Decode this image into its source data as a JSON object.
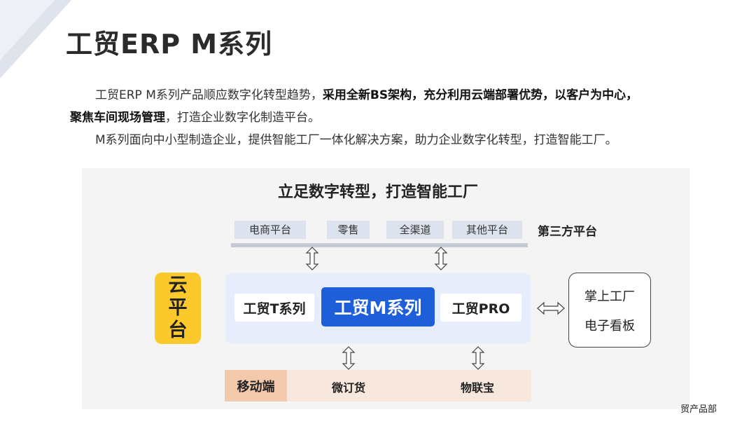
{
  "page_title": "工贸ERP M系列",
  "intro": {
    "p1_normal_1": "工贸ERP M系列产品顺应数字化转型趋势，",
    "p1_bold_1": "采用全新BS架构，充分利用云端部署优势，以客户为中心，",
    "p1_bold_2": "聚焦车间现场管理",
    "p1_normal_2": "，打造企业数字化制造平台。",
    "p2": "M系列面向中小型制造企业，提供智能工厂一体化解决方案，助力企业数字化转型，打造智能工厂。"
  },
  "diagram": {
    "headline": "立足数字转型，打造智能工厂",
    "third_party": {
      "label": "第三方平台",
      "items": [
        "电商平台",
        "零售",
        "全渠道",
        "其他平台"
      ]
    },
    "cloud_chars": [
      "云",
      "平",
      "台"
    ],
    "products": {
      "left": "工贸T系列",
      "main": "工贸M系列",
      "right": "工贸PRO"
    },
    "right_box": [
      "掌上工厂",
      "电子看板"
    ],
    "mobile": {
      "label": "移动端",
      "items": [
        "微订货",
        "物联宝"
      ]
    }
  },
  "footer": "贸产品部",
  "colors": {
    "main_product": "#1e5ed9",
    "cloud": "#fcc92c",
    "core_bg": "#e8edfb",
    "mobile_label": "#f2c9aa",
    "mobile_bg": "#f7e7dd",
    "platform_bg": "#dde3ee"
  }
}
